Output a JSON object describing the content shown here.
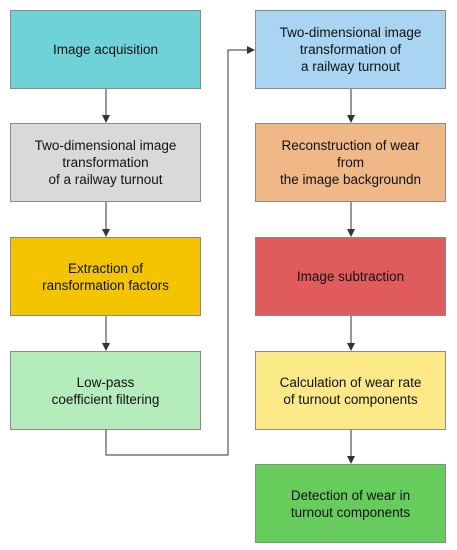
{
  "colors": {
    "acquisition": "#6fd2d8",
    "transform_left": "#d9d9d9",
    "extraction": "#f5c400",
    "filtering": "#b5ecbb",
    "transform_right": "#a9d4f2",
    "reconstruction": "#f0b887",
    "subtraction": "#e05c5c",
    "calculation": "#fbe987",
    "detection": "#66cc5c",
    "arrow": "#333333"
  },
  "left_column": [
    {
      "label": "Image acquisition",
      "color": "#6fd2d8"
    },
    {
      "label": "Two-dimensional image\ntransformation\nof a railway turnout",
      "color": "#d9d9d9"
    },
    {
      "label": "Extraction of\nransformation factors",
      "color": "#f5c400"
    },
    {
      "label": "Low-pass\ncoefficient filtering",
      "color": "#b5ecbb"
    }
  ],
  "right_column": [
    {
      "label": "Two-dimensional image\ntransformation of\na railway turnout",
      "color": "#a9d4f2"
    },
    {
      "label": "Reconstruction of wear\nfrom\nthe image backgroundn",
      "color": "#f0b887"
    },
    {
      "label": "Image subtraction",
      "color": "#e05c5c"
    },
    {
      "label": "Calculation of wear rate\nof turnout components",
      "color": "#fbe987"
    },
    {
      "label": "Detection of wear in\nturnout components",
      "color": "#66cc5c"
    }
  ]
}
